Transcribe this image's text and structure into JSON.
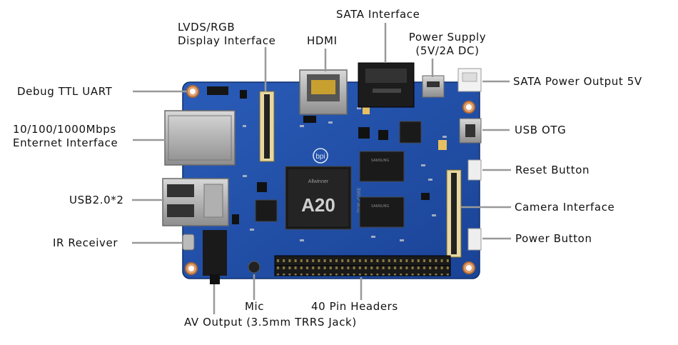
{
  "labels": {
    "lvds_line1": "LVDS/RGB",
    "lvds_line2": "Display Interface",
    "hdmi": "HDMI",
    "sata_interface": "SATA Interface",
    "power_supply_line1": "Power Supply",
    "power_supply_line2": "(5V/2A DC)",
    "sata_power": "SATA Power Output 5V",
    "debug_uart": "Debug TTL UART",
    "ethernet_line1": "10/100/1000Mbps",
    "ethernet_line2": "Enternet Interface",
    "usb_otg": "USB OTG",
    "reset_button": "Reset Button",
    "usb2": "USB2.0*2",
    "camera_interface": "Camera Interface",
    "ir_receiver": "IR Receiver",
    "power_button": "Power Button",
    "mic": "Mic",
    "pin_headers": "40 Pin Headers",
    "av_output": "AV Output (3.5mm TRRS Jack)"
  },
  "board": {
    "soc_brand": "Allwinner",
    "soc_model": "A20",
    "soc_sub": "DUAL-CORE",
    "ram_brand": "SAMSUNG",
    "logo": "bpi"
  },
  "colors": {
    "pcb": "#1e4fa8",
    "pcb_dark": "#153c85",
    "leader": "#999999",
    "gold": "#d9a441",
    "text": "#111111"
  }
}
